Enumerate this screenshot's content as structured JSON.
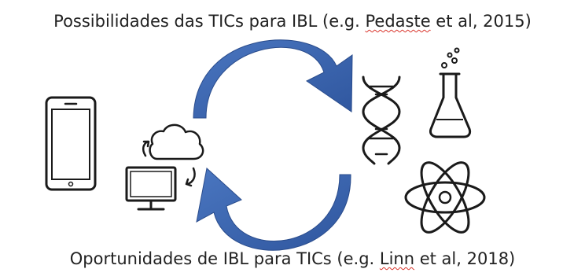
{
  "top_caption": {
    "before": "Possibilidades das TICs para IBL (e.g. ",
    "flagged": "Pedaste",
    "after": " et al, 2015)"
  },
  "bottom_caption": {
    "before": "Oportunidades de IBL para TICs (e.g. ",
    "flagged": "Linn",
    "after": " et al, 2018)"
  },
  "colors": {
    "arrow": "#3b64ad",
    "arrow_dark": "#2a4c8c",
    "icon_stroke": "#1a1a1a",
    "spellcheck": "#d9342b"
  },
  "icons": [
    "tablet-icon",
    "cloud-sync-icon",
    "monitor-icon",
    "dna-icon",
    "flask-icon",
    "atom-icon"
  ]
}
